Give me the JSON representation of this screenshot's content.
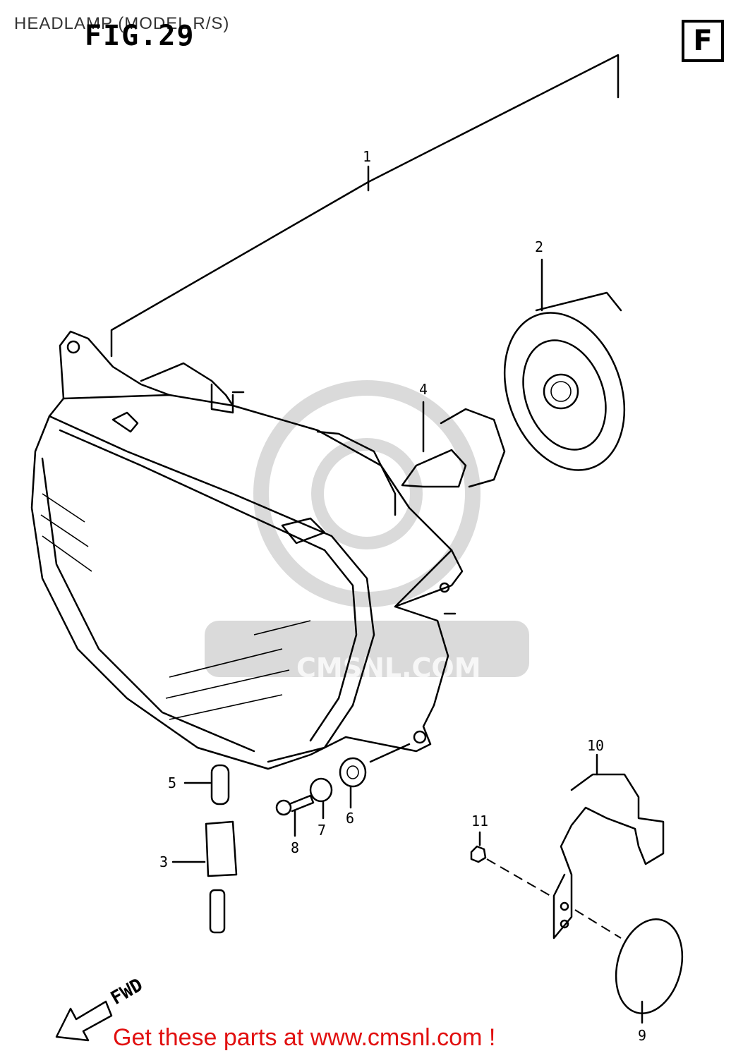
{
  "header": {
    "title": "HEADLAMP (MODEL R/S)",
    "figure": "FIG.29",
    "section": "F"
  },
  "callouts": [
    {
      "id": "callout-1",
      "label": "1"
    },
    {
      "id": "callout-2",
      "label": "2"
    },
    {
      "id": "callout-3",
      "label": "3"
    },
    {
      "id": "callout-4",
      "label": "4"
    },
    {
      "id": "callout-5",
      "label": "5"
    },
    {
      "id": "callout-6",
      "label": "6"
    },
    {
      "id": "callout-7",
      "label": "7"
    },
    {
      "id": "callout-8",
      "label": "8"
    },
    {
      "id": "callout-9",
      "label": "9"
    },
    {
      "id": "callout-10",
      "label": "10"
    },
    {
      "id": "callout-11",
      "label": "11"
    }
  ],
  "direction": {
    "label": "FWD"
  },
  "watermark": {
    "text": "CMSNL.COM"
  },
  "footer": {
    "text": "Get these parts at www.cmsnl.com !"
  }
}
